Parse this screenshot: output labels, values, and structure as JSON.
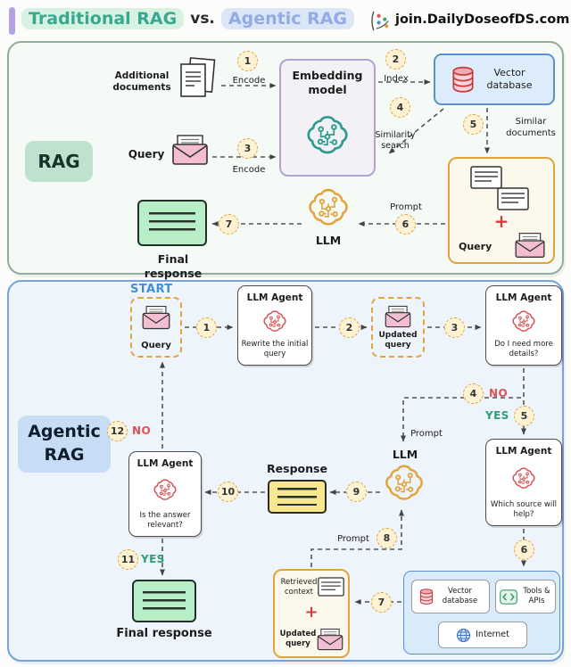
{
  "header": {
    "title_left": "Traditional RAG",
    "vs": "vs.",
    "title_right": "Agentic RAG",
    "site": "join.DailyDoseofDS.com"
  },
  "symbols": {
    "plus": "+"
  },
  "colors": {
    "traditional_accent": "#38a98e",
    "agentic_accent": "#93abe4",
    "rag_panel_border": "#8fae9c",
    "agentic_panel_border": "#76a2d8",
    "step_circle_border": "#dfa13c",
    "yes_green": "#2f9e77",
    "no_red": "#e05252",
    "start_blue": "#3f8fd9",
    "llm_orange": "#e2a53d",
    "agent_brain_red": "#d65454",
    "embedding_brain_teal": "#2a9d8f"
  },
  "rag": {
    "panel_label": "RAG",
    "additional_documents": "Additional documents",
    "embedding_model": "Embedding model",
    "vector_database": "Vector database",
    "query_label": "Query",
    "similar_documents": "Similar documents",
    "context_query": "Query",
    "llm_label": "LLM",
    "final_response": "Final response",
    "steps": {
      "s1": {
        "num": "1",
        "label": "Encode"
      },
      "s2": {
        "num": "2",
        "label": "Index"
      },
      "s3": {
        "num": "3",
        "label": "Encode"
      },
      "s4": {
        "num": "4",
        "label": "Similarity search"
      },
      "s5": {
        "num": "5"
      },
      "s6": {
        "num": "6",
        "label": "Prompt"
      },
      "s7": {
        "num": "7"
      }
    }
  },
  "agentic": {
    "panel_label_line1": "Agentic",
    "panel_label_line2": "RAG",
    "start": "START",
    "query": "Query",
    "updated_query": "Updated query",
    "llm_label": "LLM",
    "prompt": "Prompt",
    "response": "Response",
    "retrieved_context": "Retrieved context",
    "final_response": "Final response",
    "yes": "YES",
    "no": "NO",
    "agent_rewrite": {
      "title": "LLM Agent",
      "desc": "Rewrite the initial query"
    },
    "agent_details": {
      "title": "LLM Agent",
      "desc": "Do I need more details?"
    },
    "agent_source": {
      "title": "LLM Agent",
      "desc": "Which source will help?"
    },
    "agent_relevant": {
      "title": "LLM Agent",
      "desc": "Is the answer relevant?"
    },
    "sources": {
      "vector_database": "Vector database",
      "tools_apis": "Tools & APIs",
      "internet": "Internet"
    },
    "steps": {
      "s1": "1",
      "s2": "2",
      "s3": "3",
      "s4": "4",
      "s5": "5",
      "s6": "6",
      "s7": "7",
      "s8": "8",
      "s9": "9",
      "s10": "10",
      "s11": "11",
      "s12": "12"
    }
  }
}
